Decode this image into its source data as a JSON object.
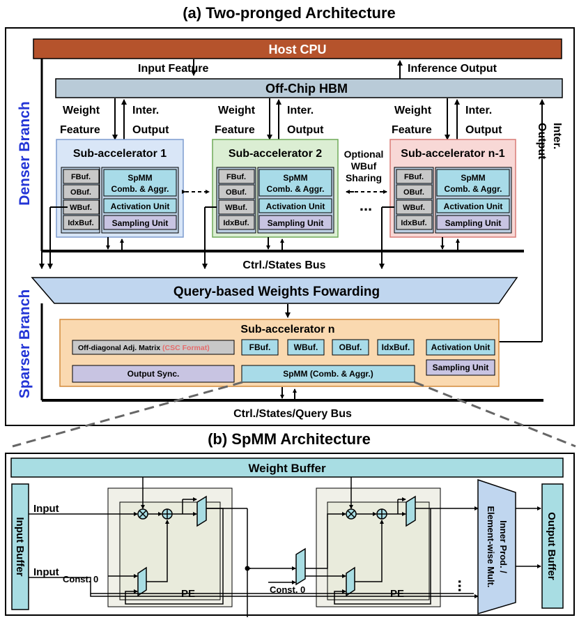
{
  "titles": {
    "a": "(a) Two-pronged Architecture",
    "b": "(b) SpMM Architecture"
  },
  "top": {
    "host_cpu": "Host CPU",
    "input_feature": "Input Feature",
    "inference_output": "Inference Output",
    "hbm": "Off-Chip HBM",
    "weight": "Weight",
    "feature": "Feature",
    "inter": "Inter.",
    "output": "Output"
  },
  "branches": {
    "denser": "Denser Branch",
    "sparser": "Sparser Branch"
  },
  "sub": {
    "title1": "Sub-accelerator 1",
    "title2": "Sub-accelerator 2",
    "title3": "Sub-accelerator n-1",
    "fbuf": "FBuf.",
    "obuf": "OBuf.",
    "wbuf": "WBuf.",
    "idxbuf": "IdxBuf.",
    "spmm": "SpMM",
    "comb": "Comb. & Aggr.",
    "activation": "Activation Unit",
    "sampling": "Sampling Unit",
    "optional1": "Optional",
    "optional2": "WBuf",
    "optional3": "Sharing",
    "dots": "...",
    "right_inter": "Inter.",
    "right_output": "Output"
  },
  "bus": {
    "ctrl_states": "Ctrl./States Bus",
    "query_bus": "Ctrl./States/Query Bus",
    "qwf": "Query-based Weights Fowarding"
  },
  "subn": {
    "title": "Sub-accelerator n",
    "offdiag": "Off-diagonal Adj. Matrix",
    "csc": "(CSC Format)",
    "fbuf": "FBuf.",
    "wbuf": "WBuf.",
    "obuf": "OBuf.",
    "idxbuf": "IdxBuf.",
    "activation": "Activation Unit",
    "sampling": "Sampling Unit",
    "output_sync": "Output Sync.",
    "spmm": "SpMM (Comb. & Aggr.)"
  },
  "spmm": {
    "weight_buffer": "Weight Buffer",
    "input_buffer": "Input Buffer",
    "output_buffer": "Output Buffer",
    "input1": "Input",
    "input2": "Input",
    "const0a": "Const. 0",
    "const0b": "Const. 0",
    "pe1": "PE",
    "pe2": "PE",
    "inner1": "Inner Prod. /",
    "inner2": "Element-wise Mult.",
    "vdots": "..."
  },
  "colors": {
    "host_cpu": "#b5532c",
    "hbm": "#b9cbd8",
    "sub1_bg": "#d9e6f7",
    "sub2_bg": "#dbeed3",
    "sub3_bg": "#f8d8d6",
    "subn_bg": "#fad9b0",
    "inner_bg": "#bccfe3",
    "buf": "#c8c8c8",
    "spmm_cell": "#a8dbe8",
    "unit": "#c8c4e2",
    "qwf": "#c0d6ef",
    "spmm_panel": "#a8dde3",
    "blue_text": "#2335d6",
    "csc_red": "#e56b6b"
  }
}
